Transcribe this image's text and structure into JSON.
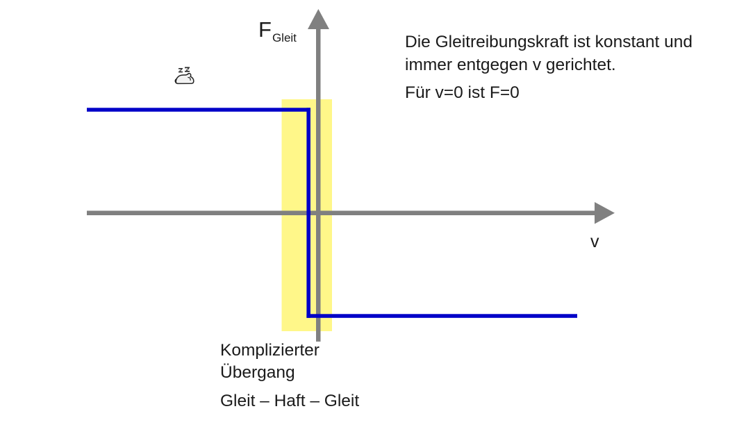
{
  "figure": {
    "y_axis_label_main": "F",
    "y_axis_label_sub": "Gleit",
    "x_axis_label": "v",
    "icon_name": "sleeping-cat-icon",
    "colors": {
      "curve": "#0000c8",
      "axis": "#808080",
      "highlight_band": "#fff789",
      "text": "#1a1a1a",
      "background": "#ffffff"
    }
  },
  "annotation": {
    "line1": "Die Gleitreibungskraft ist konstant und",
    "line2": "immer entgegen v gerichtet.",
    "line3": "Für v=0 ist F=0"
  },
  "caption": {
    "line1": "Komplizierter",
    "line2": "Übergang",
    "line3": "Gleit – Haft – Gleit"
  },
  "chart_data": {
    "type": "line",
    "title": "",
    "xlabel": "v",
    "ylabel": "F_Gleit",
    "xlim": [
      -3.3,
      4.3
    ],
    "ylim": [
      -1.6,
      1.6
    ],
    "grid": false,
    "legend_position": "none",
    "description": "Signum-shaped sliding friction force: constant positive value for negative v, discontinuous jump at v=0, constant negative value for positive v.",
    "series": [
      {
        "name": "F_Gleit(v)",
        "color": "#0000c8",
        "x": [
          -3.3,
          -0.02,
          -0.02,
          0.0,
          0.0,
          4.0
        ],
        "y": [
          1.0,
          1.0,
          1.0,
          -1.0,
          -1.0,
          -1.0
        ]
      }
    ],
    "annotations": [
      {
        "type": "band",
        "label": "Komplizierter Übergang Gleit – Haft – Gleit",
        "x_range": [
          -0.4,
          0.35
        ],
        "color": "#fff789"
      },
      {
        "type": "text",
        "label": "Die Gleitreibungskraft ist konstant und immer entgegen v gerichtet.",
        "x": 1.3,
        "y": 1.45
      },
      {
        "type": "text",
        "label": "Für v=0 ist F=0",
        "x": 1.3,
        "y": 1.12
      },
      {
        "type": "icon",
        "label": "sleeping-cat-icon",
        "x": -2.1,
        "y": 1.28
      }
    ]
  }
}
